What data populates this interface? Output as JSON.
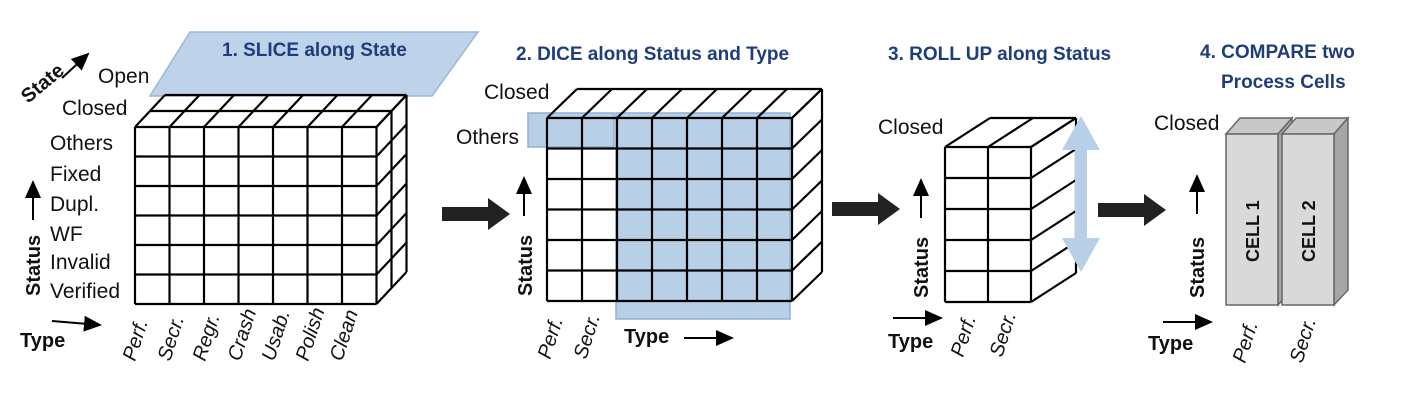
{
  "panels": {
    "slice": {
      "title": "1. SLICE along State",
      "state_label": "State",
      "state_values": [
        "Open",
        "Closed"
      ],
      "status_label": "Status",
      "status_values": [
        "Others",
        "Fixed",
        "Dupl.",
        "WF",
        "Invalid",
        "Verified"
      ],
      "type_label": "Type",
      "type_values": [
        "Perf.",
        "Secr.",
        "Regr.",
        "Crash",
        "Usab.",
        "Polish",
        "Clean"
      ]
    },
    "dice": {
      "title": "2. DICE along Status and Type",
      "state_value": "Closed",
      "status_highlight": "Others",
      "status_label": "Status",
      "type_label": "Type",
      "type_values": [
        "Perf.",
        "Secr."
      ]
    },
    "rollup": {
      "title": "3. ROLL UP along Status",
      "state_value": "Closed",
      "status_label": "Status",
      "type_label": "Type",
      "type_values": [
        "Perf.",
        "Secr."
      ]
    },
    "compare": {
      "title_line1": "4. COMPARE two",
      "title_line2": "Process Cells",
      "state_value": "Closed",
      "cell1": "CELL 1",
      "cell2": "CELL 2",
      "status_label": "Status",
      "type_label": "Type",
      "type_values": [
        "Perf.",
        "Secr."
      ]
    }
  },
  "colors": {
    "highlight": "#b8cfe8",
    "highlight_border": "#8fb0d4",
    "title": "#1f3d7a",
    "arrow": "#222222",
    "cell_face": "#d9d9d9",
    "cell_side": "#a6a6a6"
  }
}
